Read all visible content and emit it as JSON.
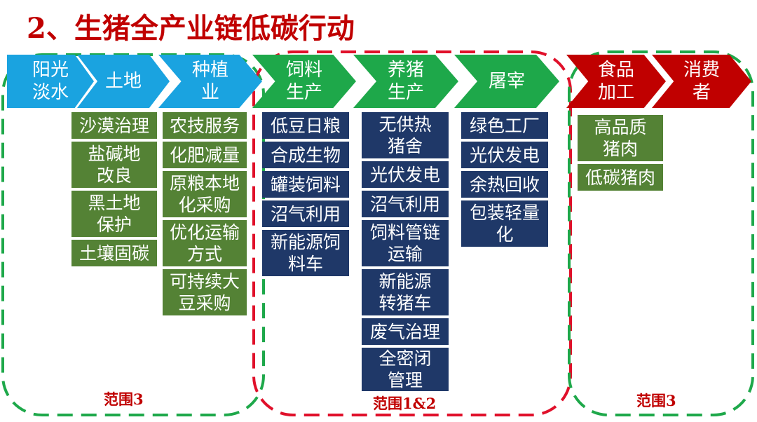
{
  "title": "2、生猪全产业链低碳行动",
  "colors": {
    "title": "#c00000",
    "blue": "#1aa3e0",
    "green_arrow": "#1ea84a",
    "red_arrow": "#c00000",
    "box_green": "#548235",
    "box_navy": "#1f3868",
    "frame_green": "#1ea84a",
    "frame_red": "#e0102a"
  },
  "stages": [
    {
      "label": "阳光\n淡水",
      "color": "blue"
    },
    {
      "label": "土地",
      "color": "blue"
    },
    {
      "label": "种植\n业",
      "color": "blue"
    },
    {
      "label": "饲料\n生产",
      "color": "green"
    },
    {
      "label": "养猪\n生产",
      "color": "green"
    },
    {
      "label": "屠宰",
      "color": "green"
    },
    {
      "label": "食品\n加工",
      "color": "red"
    },
    {
      "label": "消费\n者",
      "color": "red"
    }
  ],
  "columns": {
    "land": [
      "沙漠治理",
      "盐碱地\n改良",
      "黑土地\n保护",
      "土壤固碳"
    ],
    "planting": [
      "农技服务",
      "化肥减量",
      "原粮本地\n化采购",
      "优化运输\n方式",
      "可持续大\n豆采购"
    ],
    "feed": [
      "低豆日粮",
      "合成生物",
      "罐装饲料",
      "沼气利用",
      "新能源饲\n料车"
    ],
    "pig": [
      "无供热\n猪舍",
      "光伏发电",
      "沼气利用",
      "饲料管链\n运输",
      "新能源\n转猪车",
      "废气治理",
      "全密闭\n管理"
    ],
    "slaughter": [
      "绿色工厂",
      "光伏发电",
      "余热回收",
      "包装轻量\n化"
    ],
    "food": [
      "高品质\n猪肉",
      "低碳猪肉"
    ]
  },
  "scopes": {
    "left": "范围3",
    "middle": "范围1&2",
    "right": "范围3"
  }
}
